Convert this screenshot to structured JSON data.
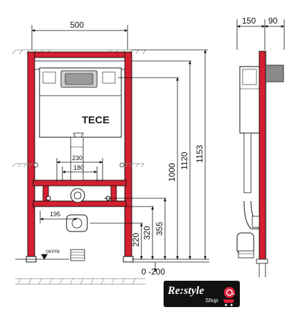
{
  "dimensions": {
    "front_width": "500",
    "side_depth": "150",
    "side_extra": "90",
    "inner_outer": "230",
    "inner_inner": "180",
    "left_offset": "195",
    "h_1153": "1153",
    "h_1120": "1120",
    "h_1000": "1000",
    "h_355": "355",
    "h_320": "320",
    "h_220": "220",
    "floor_range": "0 -200"
  },
  "labels": {
    "brand": "TECE",
    "floor_marker": "OKFFB"
  },
  "logo": {
    "title": "Re:style",
    "subtitle": "Shop"
  },
  "colors": {
    "frame_red": "#d42030",
    "line": "#111111",
    "logo_bg": "#111111",
    "logo_accent": "#e0203a"
  }
}
